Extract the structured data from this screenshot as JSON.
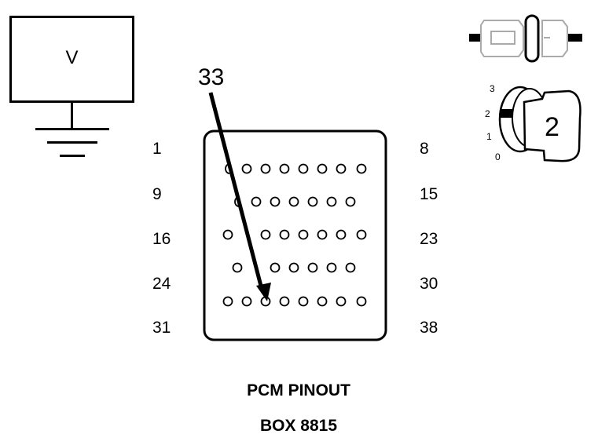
{
  "meter": {
    "label": "V"
  },
  "probe": {
    "pin": "33"
  },
  "pins": {
    "left": [
      "1",
      "9",
      "16",
      "24",
      "31"
    ],
    "right": [
      "8",
      "15",
      "23",
      "30",
      "38"
    ]
  },
  "caption": {
    "line1": "PCM PINOUT",
    "line2": "BOX 8815"
  },
  "ignition": {
    "positions": [
      "3",
      "2",
      "1",
      "0"
    ],
    "key_number": "2"
  }
}
